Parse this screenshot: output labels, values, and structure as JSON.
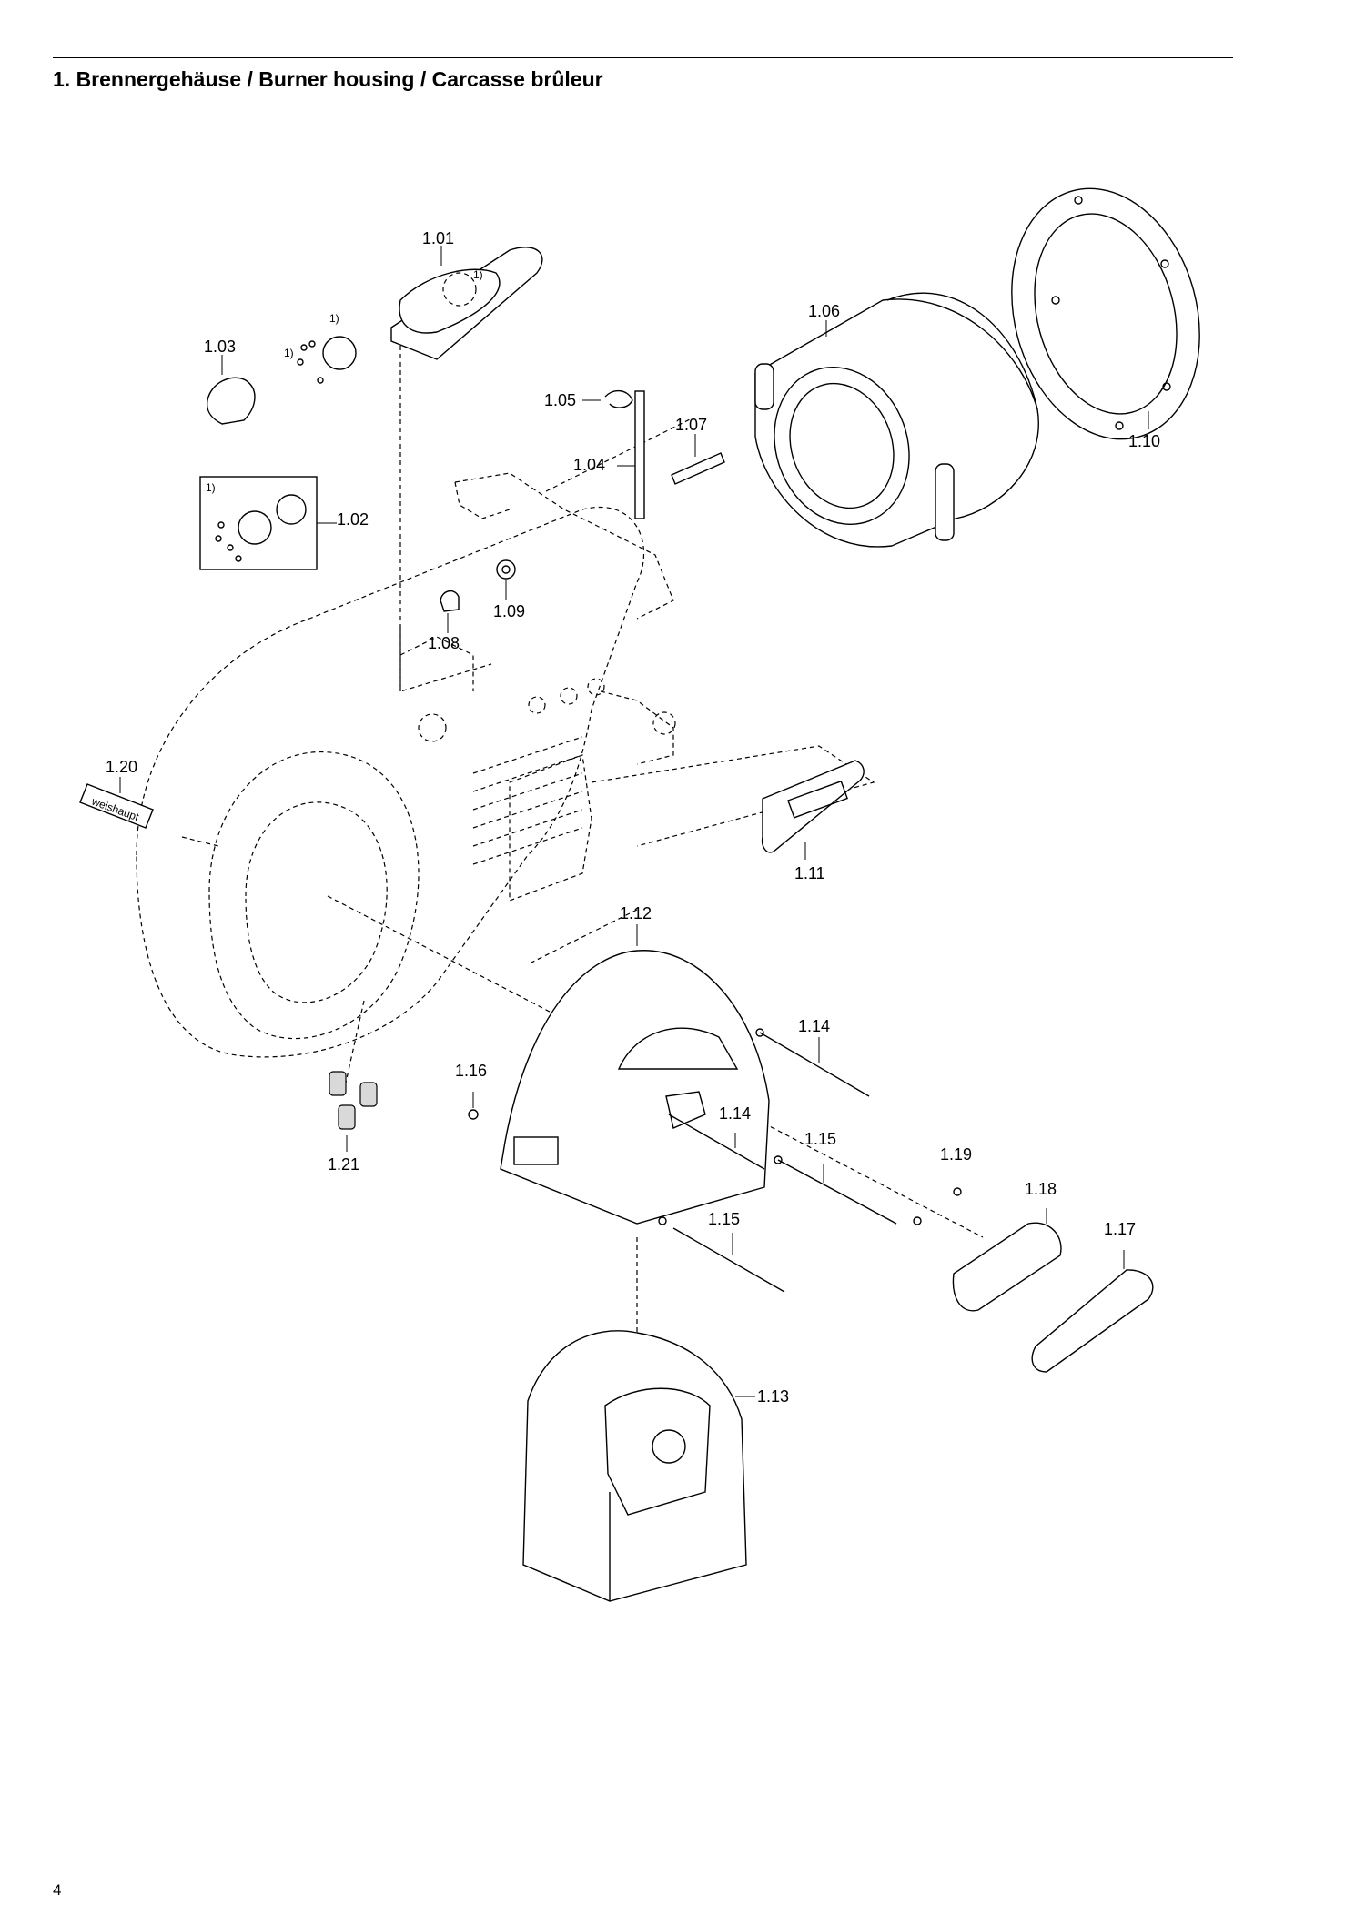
{
  "header": {
    "title": "1. Brennergehäuse / Burner housing / Carcasse brûleur"
  },
  "footer": {
    "page_number": "4"
  },
  "parts": {
    "p101": "1.01",
    "p102": "1.02",
    "p103": "1.03",
    "p104": "1.04",
    "p105": "1.05",
    "p106": "1.06",
    "p107": "1.07",
    "p108": "1.08",
    "p109": "1.09",
    "p110": "1.10",
    "p111": "1.11",
    "p112": "1.12",
    "p113": "1.13",
    "p114a": "1.14",
    "p114b": "1.14",
    "p115a": "1.15",
    "p115b": "1.15",
    "p116": "1.16",
    "p117": "1.17",
    "p118": "1.18",
    "p119": "1.19",
    "p120": "1.20",
    "p121": "1.21"
  },
  "notes": {
    "footnote_mark": "1)"
  },
  "nameplate": {
    "brand": "weishaupt"
  },
  "icons": [
    "burner-housing-drawing"
  ]
}
